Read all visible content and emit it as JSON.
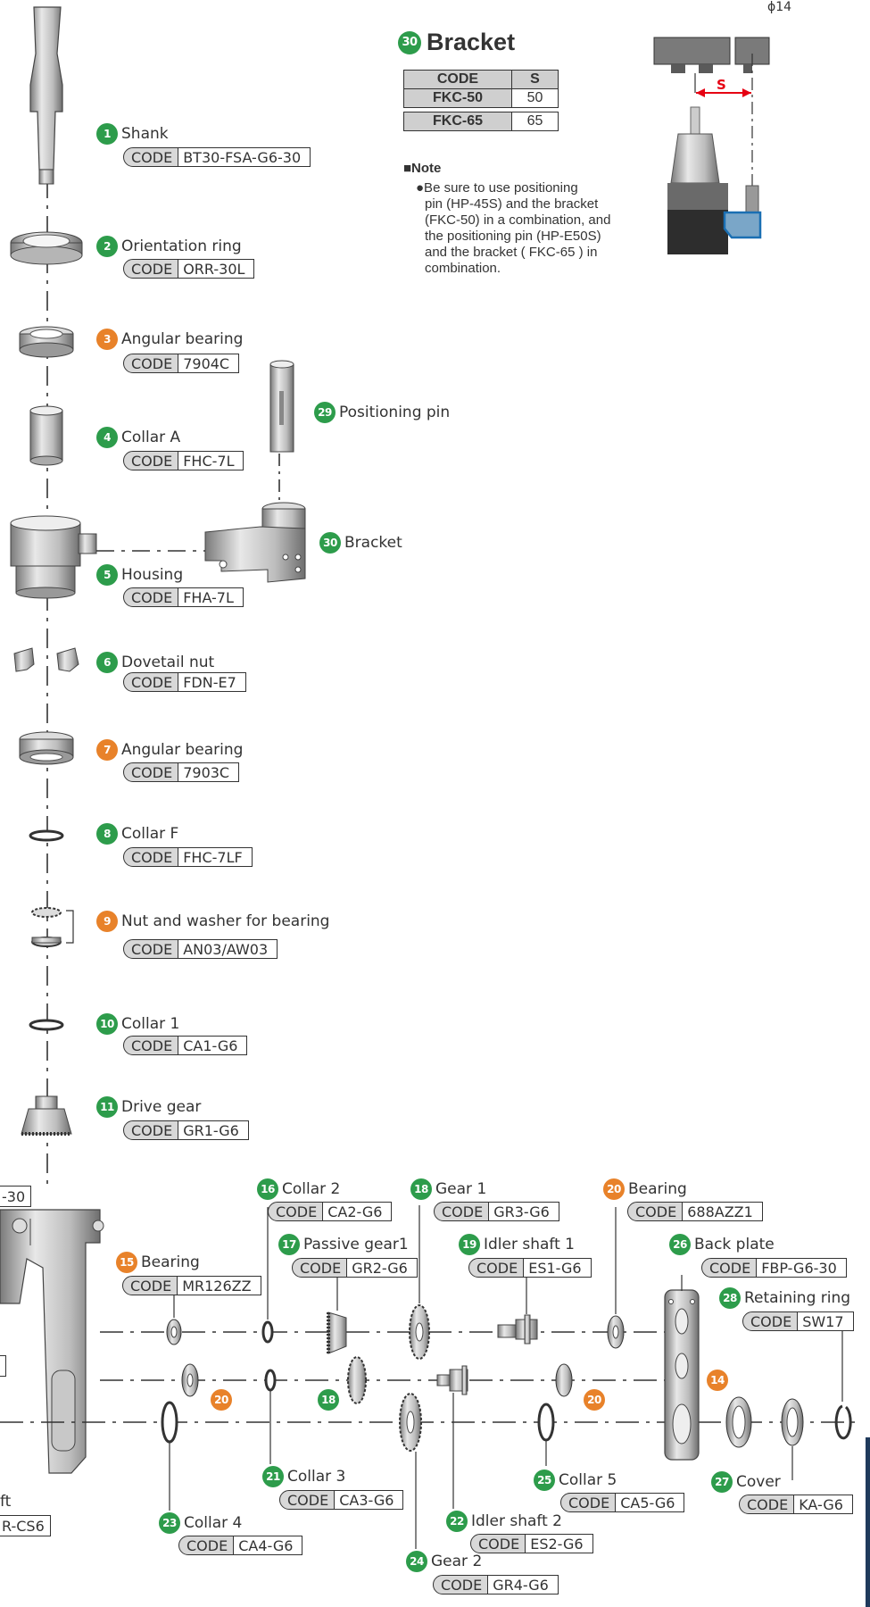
{
  "header": {
    "phi": "ϕ14"
  },
  "bracket_panel": {
    "badge": "30",
    "title": "Bracket",
    "table": {
      "headers": [
        "CODE",
        "S"
      ],
      "rows": [
        [
          "FKC-50",
          "50"
        ],
        [
          "FKC-65",
          "65"
        ]
      ]
    },
    "note_heading": "■Note",
    "note_lines": [
      "●Be sure to use positioning",
      "pin (HP-45S) and the bracket",
      "(FKC-50) in a combination, and",
      "the positioning pin (HP-E50S)",
      "and the bracket ( FKC-65 ) in",
      "combination."
    ],
    "dim_label": "S"
  },
  "code_word": "CODE",
  "parts": {
    "p1": {
      "num": "1",
      "name": "Shank",
      "code": "BT30-FSA-G6-30"
    },
    "p2": {
      "num": "2",
      "name": "Orientation ring",
      "code": "ORR-30L"
    },
    "p3": {
      "num": "3",
      "name": "Angular bearing",
      "code": "7904C"
    },
    "p4": {
      "num": "4",
      "name": "Collar A",
      "code": "FHC-7L"
    },
    "p5": {
      "num": "5",
      "name": "Housing",
      "code": "FHA-7L"
    },
    "p6": {
      "num": "6",
      "name": "Dovetail nut",
      "code": "FDN-E7"
    },
    "p7": {
      "num": "7",
      "name": "Angular bearing",
      "code": "7903C"
    },
    "p8": {
      "num": "8",
      "name": "Collar F",
      "code": "FHC-7LF"
    },
    "p9": {
      "num": "9",
      "name": "Nut and washer for bearing",
      "code": "AN03/AW03"
    },
    "p10": {
      "num": "10",
      "name": "Collar 1",
      "code": "CA1-G6"
    },
    "p11": {
      "num": "11",
      "name": "Drive gear",
      "code": "GR1-G6"
    },
    "p15": {
      "num": "15",
      "name": "Bearing",
      "code": "MR126ZZ"
    },
    "p16": {
      "num": "16",
      "name": "Collar 2",
      "code": "CA2-G6"
    },
    "p17": {
      "num": "17",
      "name": "Passive gear1",
      "code": "GR2-G6"
    },
    "p18": {
      "num": "18",
      "name": "Gear 1",
      "code": "GR3-G6"
    },
    "p19": {
      "num": "19",
      "name": "Idler shaft 1",
      "code": "ES1-G6"
    },
    "p20": {
      "num": "20",
      "name": "Bearing",
      "code": "688AZZ1"
    },
    "p21": {
      "num": "21",
      "name": "Collar 3",
      "code": "CA3-G6"
    },
    "p22": {
      "num": "22",
      "name": "Idler shaft 2",
      "code": "ES2-G6"
    },
    "p23": {
      "num": "23",
      "name": "Collar 4",
      "code": "CA4-G6"
    },
    "p24": {
      "num": "24",
      "name": "Gear 2",
      "code": "GR4-G6"
    },
    "p25": {
      "num": "25",
      "name": "Collar 5",
      "code": "CA5-G6"
    },
    "p26": {
      "num": "26",
      "name": "Back plate",
      "code": "FBP-G6-30"
    },
    "p27": {
      "num": "27",
      "name": "Cover",
      "code": "KA-G6"
    },
    "p28": {
      "num": "28",
      "name": "Retaining ring",
      "code": "SW17"
    },
    "p29": {
      "num": "29",
      "name": "Positioning pin"
    },
    "p30": {
      "num": "30",
      "name": "Bracket"
    }
  },
  "loose_badges": {
    "b20a": "20",
    "b18": "18",
    "b20b": "20",
    "b14": "14"
  },
  "cut_off": {
    "code_right": "-30",
    "shaft_text": "ft",
    "code_left": "R-CS6"
  }
}
